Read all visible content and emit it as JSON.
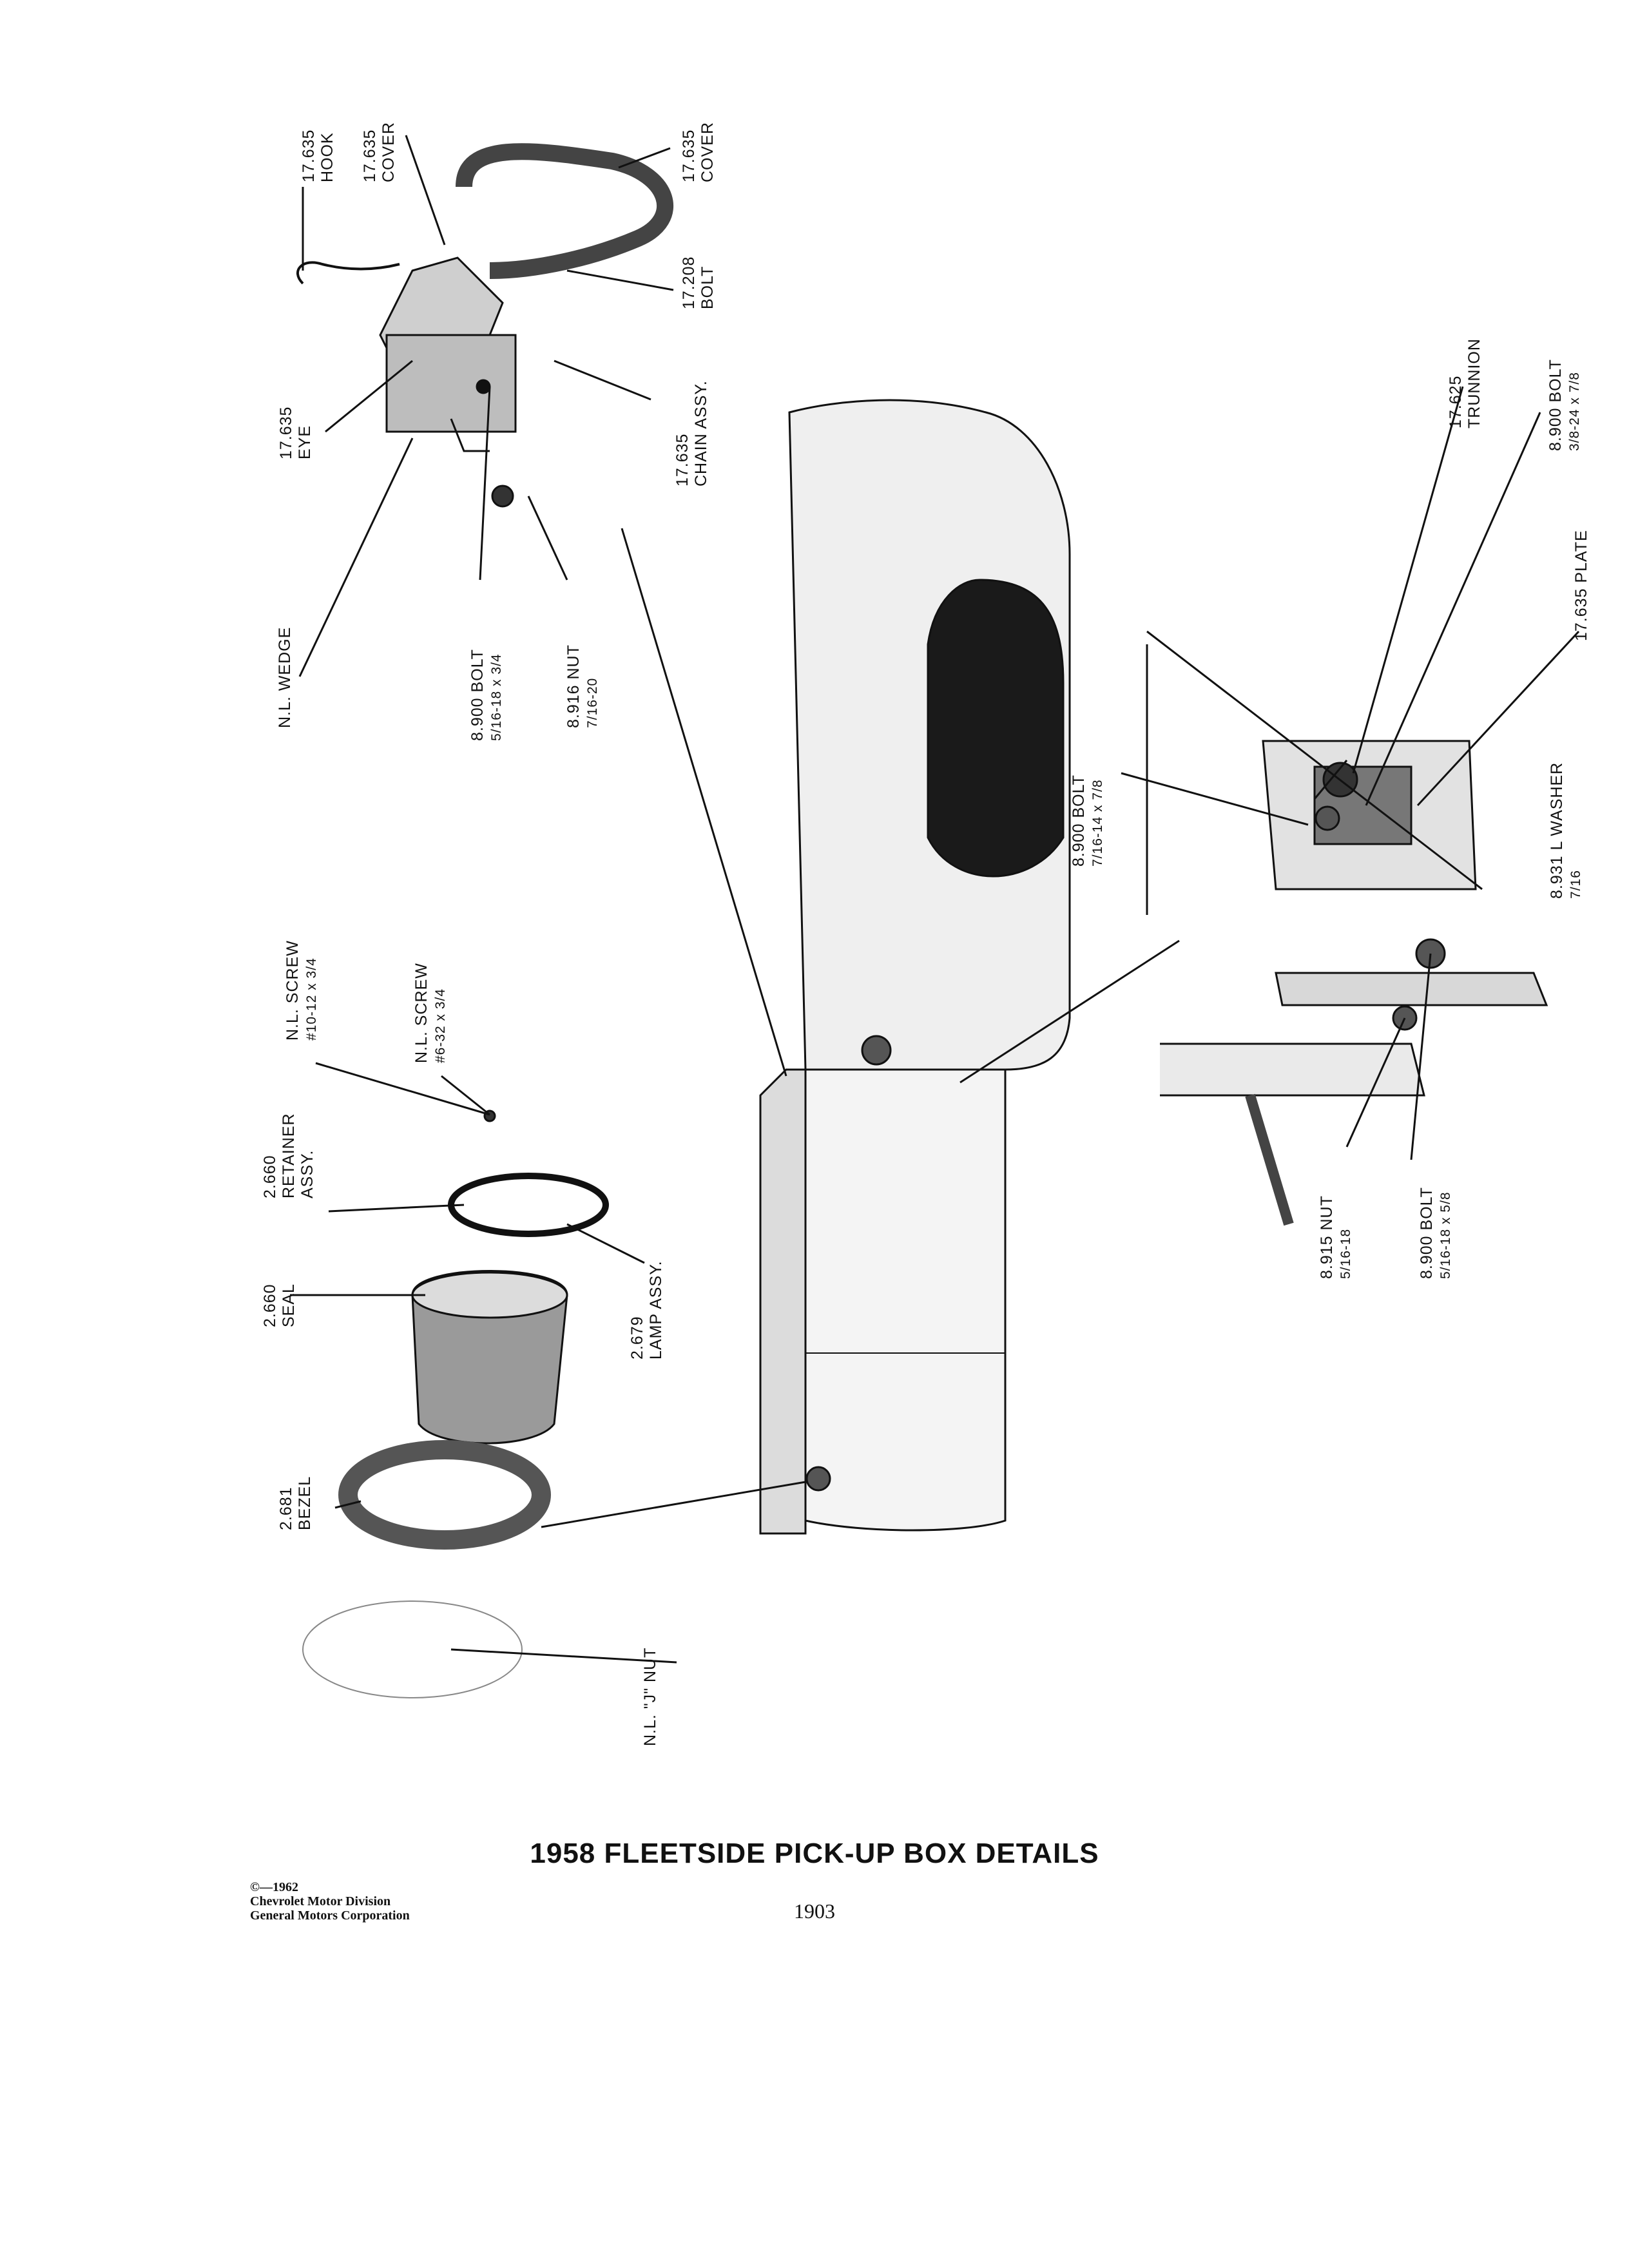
{
  "page": {
    "title": "1958 FLEETSIDE PICK-UP BOX DETAILS",
    "page_number": "1903",
    "copyright": [
      "©—1962",
      "Chevrolet Motor Division",
      "General Motors Corporation"
    ]
  },
  "callouts": {
    "hook": {
      "num": "17.635",
      "name": "HOOK"
    },
    "cover_a": {
      "num": "17.635",
      "name": "COVER"
    },
    "cover_b": {
      "num": "17.635",
      "name": "COVER"
    },
    "bolt_17208": {
      "num": "17.208",
      "name": "BOLT"
    },
    "chain": {
      "num": "17.635",
      "name": "CHAIN ASSY."
    },
    "eye": {
      "num": "17.635",
      "name": "EYE"
    },
    "wedge": {
      "name": "N.L. WEDGE"
    },
    "bolt_a": {
      "name": "8.900 BOLT",
      "size": "5/16-18 x 3/4"
    },
    "nut_a": {
      "name": "8.916 NUT",
      "size": "7/16-20"
    },
    "trunnion": {
      "num": "17.625",
      "name": "TRUNNION"
    },
    "bolt_b": {
      "name": "8.900 BOLT",
      "size": "3/8-24 x 7/8"
    },
    "plate": {
      "name": "17.635 PLATE"
    },
    "washer": {
      "name": "8.931 L WASHER",
      "size": "7/16"
    },
    "bolt_c": {
      "name": "8.900 BOLT",
      "size": "7/16-14 x 7/8"
    },
    "nut_b": {
      "name": "8.915 NUT",
      "size": "5/16-18"
    },
    "bolt_d": {
      "name": "8.900 BOLT",
      "size": "5/16-18 x 5/8"
    },
    "screw_a": {
      "name": "N.L. SCREW",
      "size": "#10-12 x 3/4"
    },
    "screw_b": {
      "name": "N.L. SCREW",
      "size": "#6-32 x 3/4"
    },
    "retainer": {
      "num": "2.660",
      "name": "RETAINER",
      "extra": "ASSY."
    },
    "seal": {
      "num": "2.660",
      "name": "SEAL"
    },
    "lamp": {
      "num": "2.679",
      "name": "LAMP ASSY."
    },
    "bezel": {
      "num": "2.681",
      "name": "BEZEL"
    },
    "j_nut": {
      "name": "N.L. \"J\" NUT"
    }
  }
}
